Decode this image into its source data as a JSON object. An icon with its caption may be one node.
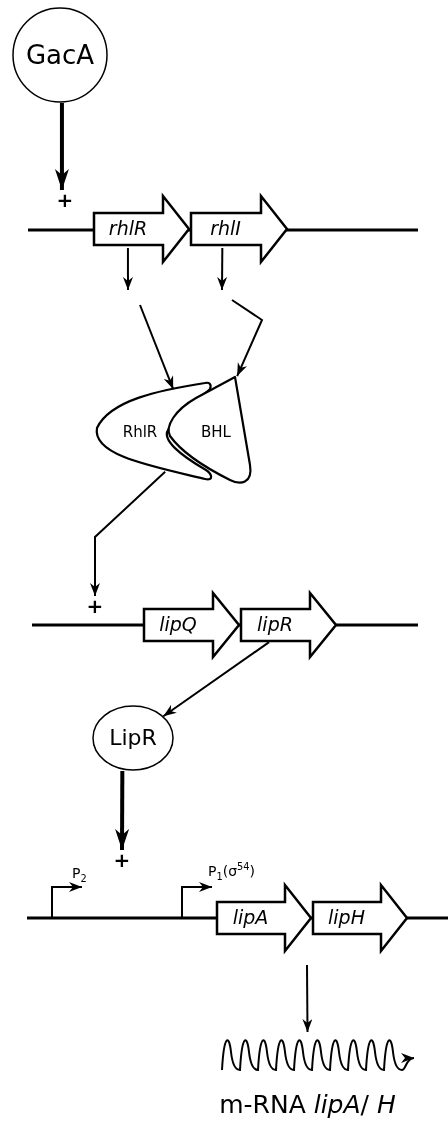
{
  "diagram": {
    "nodes": [
      {
        "text": [
          "GacA"
        ]
      },
      {
        "text": [
          "+"
        ]
      },
      {
        "text": [
          "rhlR"
        ]
      },
      {
        "text": [
          "rhlI"
        ]
      },
      {
        "text": [
          "RhlR"
        ]
      },
      {
        "text": [
          "BHL"
        ]
      },
      {
        "text": [
          "+"
        ]
      },
      {
        "text": [
          "lipQ"
        ]
      },
      {
        "text": [
          "lipR"
        ]
      },
      {
        "text": [
          "LipR"
        ]
      },
      {
        "text": [
          "+"
        ]
      },
      {
        "text": [
          "lipA"
        ]
      },
      {
        "text": [
          "lipH"
        ]
      },
      {
        "text": [
          "m-RNA *lipA*/ *H*"
        ]
      }
    ],
    "edges": [
      {
        "from": 0,
        "to": 1,
        "arrow": "to",
        "style": "thick"
      },
      {
        "from": 2,
        "to": null,
        "arrow": "to"
      },
      {
        "from": 3,
        "to": null,
        "arrow": "to"
      },
      {
        "from": null,
        "to": 4,
        "arrow": "to"
      },
      {
        "from": null,
        "to": 5,
        "arrow": "to"
      },
      {
        "from": 4,
        "to": 6,
        "arrow": "to"
      },
      {
        "from": 8,
        "to": 9,
        "arrow": "to"
      },
      {
        "from": 9,
        "to": 10,
        "arrow": "to",
        "style": "thick"
      },
      {
        "from": null,
        "to": 13,
        "arrow": "to"
      }
    ],
    "labels": [
      "P$_{2}$",
      "P$_{1}$(σ$^{54}$)"
    ]
  }
}
